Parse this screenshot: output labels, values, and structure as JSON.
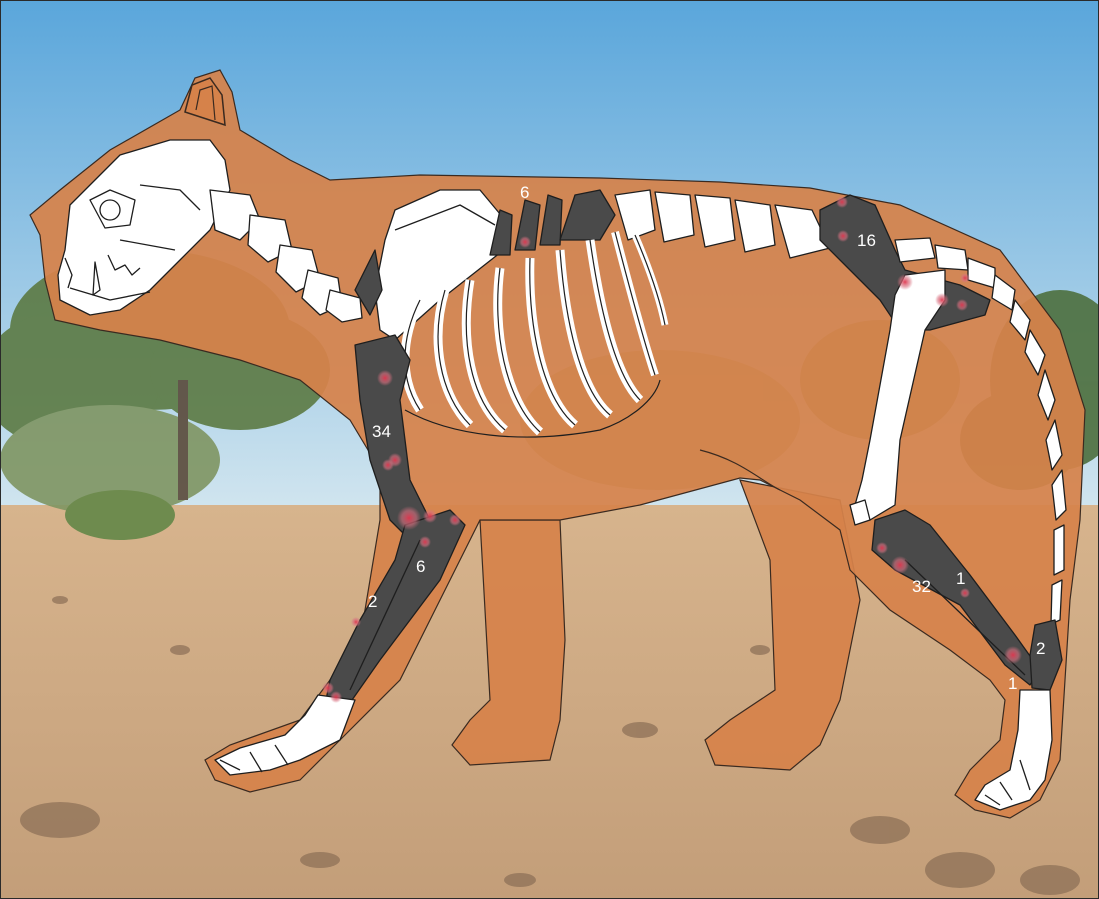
{
  "figure": {
    "subject": "lion skeleton with lesion frequency counts",
    "colors": {
      "sky_top": "#5fa9dc",
      "sky_bottom": "#cfe4ef",
      "ground": "#cfae86",
      "body": "#d6824a",
      "bone": "#ffffff",
      "lesioned_bone": "#4a4a4a",
      "lesion": "#d8485a"
    }
  },
  "labels": [
    {
      "id": "thoracic-vertebrae",
      "text": "6"
    },
    {
      "id": "pelvis",
      "text": "16"
    },
    {
      "id": "humerus",
      "text": "34"
    },
    {
      "id": "radius-ulna-proximal",
      "text": "6"
    },
    {
      "id": "radius-ulna-distal",
      "text": "2"
    },
    {
      "id": "tibia-fibula",
      "text": "32"
    },
    {
      "id": "fibula",
      "text": "1"
    },
    {
      "id": "tarsal",
      "text": "2"
    },
    {
      "id": "metatarsal",
      "text": "1"
    }
  ]
}
